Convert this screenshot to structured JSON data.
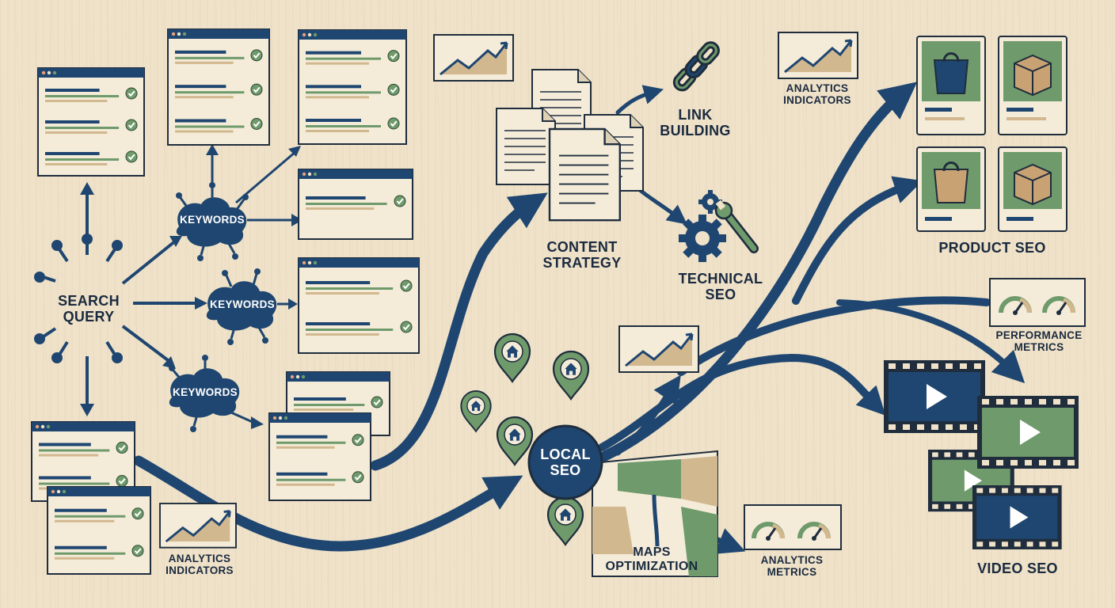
{
  "labels": {
    "search_query": "SEARCH\nQUERY",
    "keywords_1": "KEYWORDS",
    "keywords_2": "KEYWORDS",
    "keywords_3": "KEYWORDS",
    "analytics_indicators_left": "ANALYTICS\nINDICATORS",
    "content_strategy": "CONTENT\nSTRATEGY",
    "link_building": "LINK\nBUILDING",
    "technical_seo": "TECHNICAL\nSEO",
    "local_seo": "LOCAL\nSEO",
    "maps_optimization": "MAPS\nOPTIMIZATION",
    "analytics_metrics": "ANALYTICS\nMETRICS",
    "analytics_indicators_top": "ANALYTICS\nINDICATORS",
    "product_seo": "PRODUCT SEO",
    "performance_metrics": "PERFORMANCE\nMETRICS",
    "video_seo": "VIDEO SEO"
  },
  "colors": {
    "navy": "#1f4670",
    "green": "#6f9a6b",
    "dark_green": "#5e8a5d",
    "tan": "#d2b88f",
    "card": "#f4ecd9",
    "outline": "#1f2d3d",
    "background": "#efe2c9"
  },
  "icons": [
    "search-query-icon",
    "keyword-cloud-icon",
    "serp-window-icon",
    "check-icon",
    "trend-chart-icon",
    "document-icon",
    "chain-link-icon",
    "gear-icon",
    "wrench-icon",
    "location-pin-icon",
    "house-icon",
    "map-icon",
    "gauge-icon",
    "shopping-bag-icon",
    "package-box-icon",
    "video-play-icon"
  ]
}
